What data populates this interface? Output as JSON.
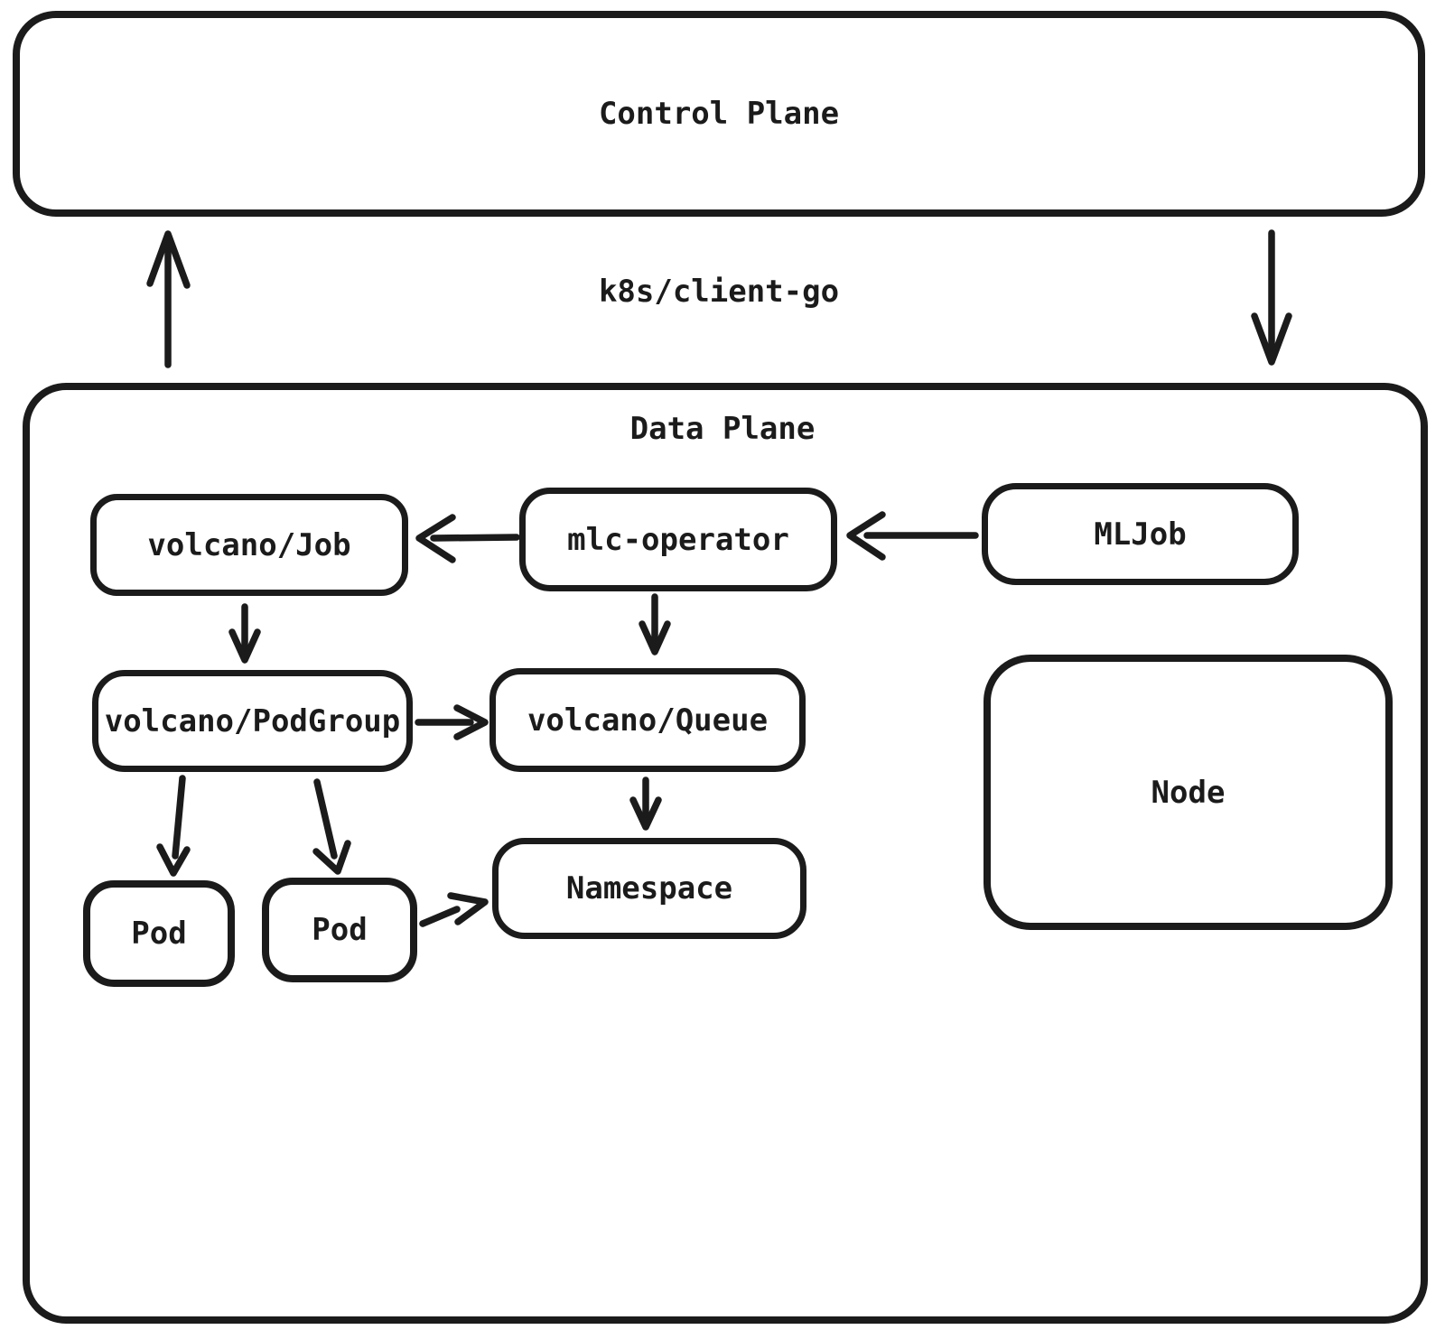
{
  "diagram": {
    "planes": {
      "control": {
        "label": "Control Plane"
      },
      "data": {
        "label": "Data Plane"
      }
    },
    "connector_label": "k8s/client-go",
    "nodes": {
      "volcano_job": {
        "label": "volcano/Job"
      },
      "mlc_operator": {
        "label": "mlc-operator"
      },
      "mljob": {
        "label": "MLJob"
      },
      "volcano_podgroup": {
        "label": "volcano/PodGroup"
      },
      "volcano_queue": {
        "label": "volcano/Queue"
      },
      "node": {
        "label": "Node"
      },
      "pod_1": {
        "label": "Pod"
      },
      "pod_2": {
        "label": "Pod"
      },
      "namespace": {
        "label": "Namespace"
      }
    },
    "edges": [
      {
        "from": "Data Plane",
        "to": "Control Plane",
        "via": "k8s/client-go"
      },
      {
        "from": "Control Plane",
        "to": "Data Plane",
        "via": "k8s/client-go"
      },
      {
        "from": "mlc-operator",
        "to": "volcano/Job"
      },
      {
        "from": "MLJob",
        "to": "mlc-operator"
      },
      {
        "from": "volcano/Job",
        "to": "volcano/PodGroup"
      },
      {
        "from": "mlc-operator",
        "to": "volcano/Queue"
      },
      {
        "from": "volcano/PodGroup",
        "to": "volcano/Queue"
      },
      {
        "from": "volcano/PodGroup",
        "to": "Pod"
      },
      {
        "from": "volcano/PodGroup",
        "to": "Pod"
      },
      {
        "from": "volcano/Queue",
        "to": "Namespace"
      },
      {
        "from": "Pod",
        "to": "Namespace"
      }
    ],
    "colors": {
      "stroke": "#1b1b1b",
      "background": "#ffffff"
    }
  }
}
